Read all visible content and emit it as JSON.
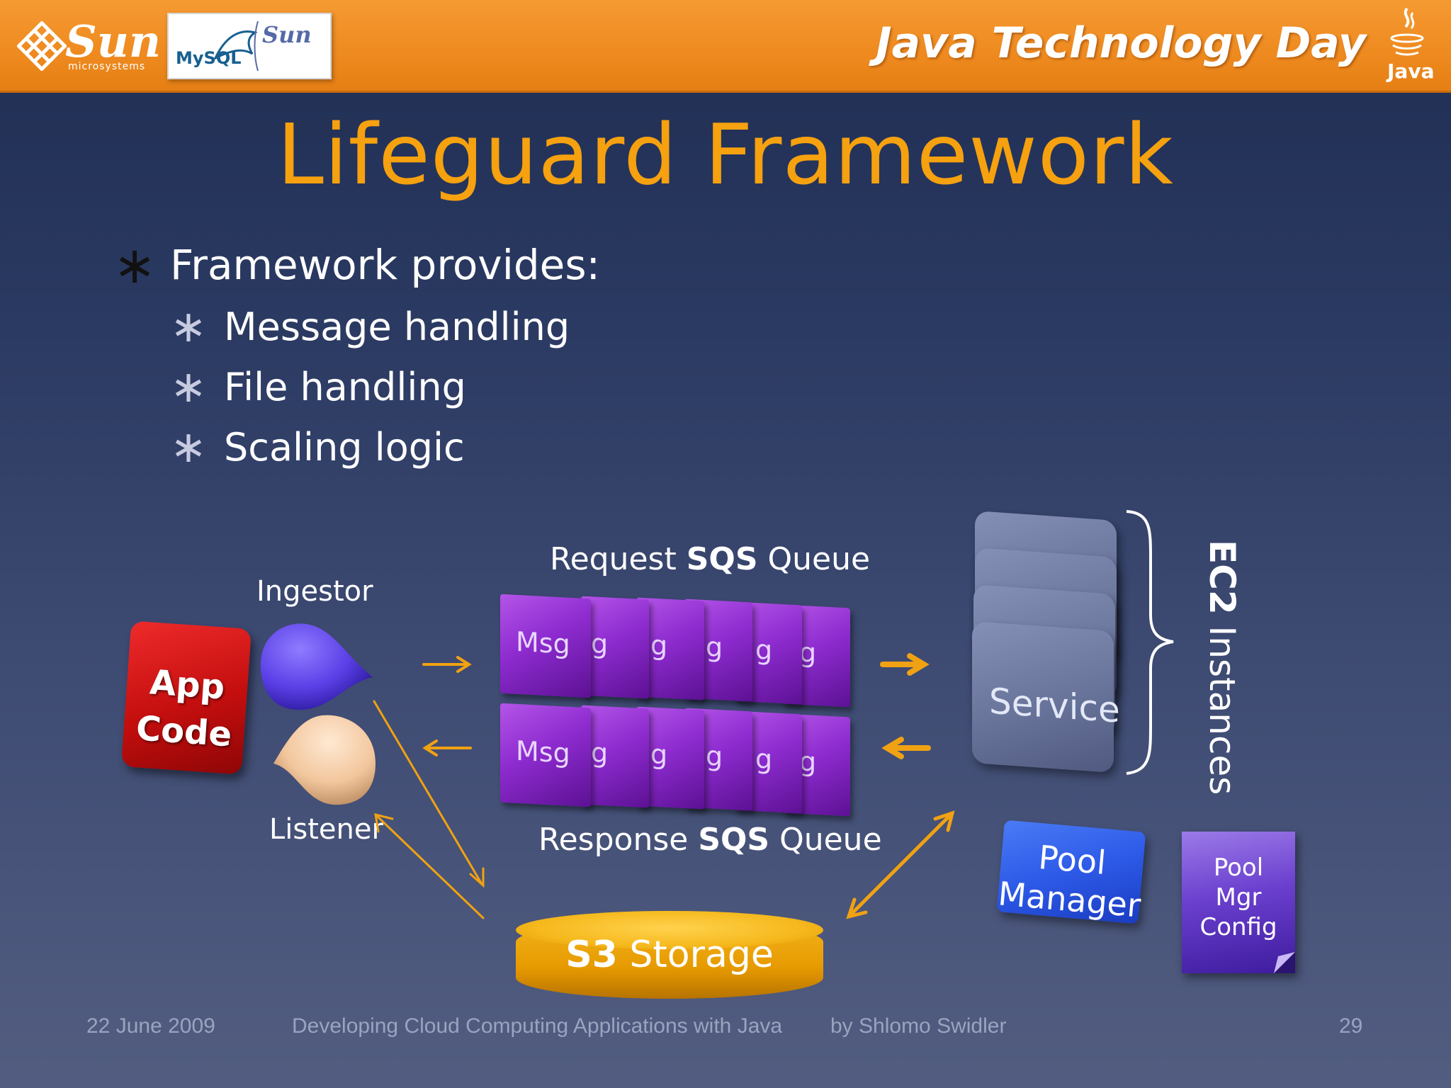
{
  "header": {
    "sun_logo_text": "Sun",
    "sun_logo_subtext": "microsystems",
    "mysql_logo_text": "MySQL",
    "mysql_sun_text": "Sun",
    "event_title": "Java Technology Day",
    "java_logo_text": "Java"
  },
  "slide": {
    "title": "Lifeguard Framework",
    "bullet": "Framework provides:",
    "sub_bullets": [
      "Message handling",
      "File handling",
      "Scaling logic"
    ]
  },
  "diagram": {
    "app_code_line1": "App",
    "app_code_line2": "Code",
    "ingestor_label": "Ingestor",
    "listener_label": "Listener",
    "request_queue_prefix": "Request ",
    "request_queue_bold": "SQS",
    "request_queue_suffix": " Queue",
    "response_queue_prefix": "Response ",
    "response_queue_bold": "SQS",
    "response_queue_suffix": " Queue",
    "msg_front": "Msg",
    "msg_partial": "g",
    "msg_partial_2": "g",
    "msg_partial_3": "g",
    "msg_partial_4": "g",
    "msg_partial_5": "g",
    "msg_front_2": "Msg",
    "msg_partial_6": "g",
    "msg_partial_7": "g",
    "msg_partial_8": "g",
    "msg_partial_9": "g",
    "msg_partial_10": "g",
    "service_label": "Service",
    "ec2_bold": "EC2",
    "ec2_rest": " Instances",
    "pool_manager_line1": "Pool",
    "pool_manager_line2": "Manager",
    "pool_config_line1": "Pool",
    "pool_config_line2": "Mgr",
    "pool_config_line3": "Config",
    "s3_bold": "S3",
    "s3_rest": " Storage"
  },
  "footer": {
    "date": "22 June 2009",
    "talk_title": "Developing Cloud Computing Applications with Java",
    "author": "by Shlomo Swidler",
    "page": "29"
  },
  "colors": {
    "header_orange": "#ee8a1f",
    "title_gold": "#f6a10f",
    "arrow_gold": "#f0a212",
    "background_navy": "#2b3a62"
  }
}
